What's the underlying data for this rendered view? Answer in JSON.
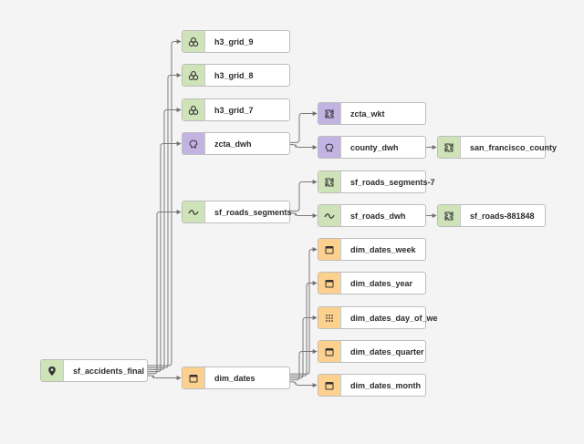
{
  "colors": {
    "green": "#cfe3b8",
    "purple": "#c3b3e3",
    "orange": "#fcd08e",
    "edge": "#7a7a7a",
    "background": "#f4f4f4"
  },
  "nodes": {
    "sf_accidents_final": {
      "label": "sf_accidents_final",
      "icon": "map-pin-icon",
      "category": "green"
    },
    "h3_grid_9": {
      "label": "h3_grid_9",
      "icon": "h3-hexagons-icon",
      "category": "green"
    },
    "h3_grid_8": {
      "label": "h3_grid_8",
      "icon": "h3-hexagons-icon",
      "category": "green"
    },
    "h3_grid_7": {
      "label": "h3_grid_7",
      "icon": "h3-hexagons-icon",
      "category": "green"
    },
    "zcta_dwh": {
      "label": "zcta_dwh",
      "icon": "polygon-icon",
      "category": "purple"
    },
    "zcta_wkt": {
      "label": "zcta_wkt",
      "icon": "polygon-puzzle-icon",
      "category": "purple"
    },
    "county_dwh": {
      "label": "county_dwh",
      "icon": "polygon-icon",
      "category": "purple"
    },
    "san_francisco_county": {
      "label": "san_francisco_county",
      "icon": "polygon-puzzle-icon",
      "category": "green"
    },
    "sf_roads_segments": {
      "label": "sf_roads_segments",
      "icon": "line-wave-icon",
      "category": "green"
    },
    "sf_roads_segments_7": {
      "label": "sf_roads_segments-7",
      "icon": "polygon-puzzle-icon",
      "category": "green"
    },
    "sf_roads_dwh": {
      "label": "sf_roads_dwh",
      "icon": "line-wave-icon",
      "category": "green"
    },
    "sf_roads_881848": {
      "label": "sf_roads-881848",
      "icon": "polygon-puzzle-icon",
      "category": "green"
    },
    "dim_dates": {
      "label": "dim_dates",
      "icon": "calendar-icon",
      "category": "orange"
    },
    "dim_dates_week": {
      "label": "dim_dates_week",
      "icon": "calendar-icon",
      "category": "orange"
    },
    "dim_dates_year": {
      "label": "dim_dates_year",
      "icon": "calendar-icon",
      "category": "orange"
    },
    "dim_dates_day_of_week": {
      "label": "dim_dates_day_of_we",
      "icon": "dotted-grid-icon",
      "category": "orange"
    },
    "dim_dates_quarter": {
      "label": "dim_dates_quarter",
      "icon": "calendar-icon",
      "category": "orange"
    },
    "dim_dates_month": {
      "label": "dim_dates_month",
      "icon": "calendar-icon",
      "category": "orange"
    }
  },
  "edges": [
    {
      "from": "sf_accidents_final",
      "to": "h3_grid_9"
    },
    {
      "from": "sf_accidents_final",
      "to": "h3_grid_8"
    },
    {
      "from": "sf_accidents_final",
      "to": "h3_grid_7"
    },
    {
      "from": "sf_accidents_final",
      "to": "zcta_dwh"
    },
    {
      "from": "sf_accidents_final",
      "to": "sf_roads_segments"
    },
    {
      "from": "sf_accidents_final",
      "to": "dim_dates"
    },
    {
      "from": "zcta_dwh",
      "to": "zcta_wkt"
    },
    {
      "from": "zcta_dwh",
      "to": "county_dwh"
    },
    {
      "from": "county_dwh",
      "to": "san_francisco_county"
    },
    {
      "from": "sf_roads_segments",
      "to": "sf_roads_segments_7"
    },
    {
      "from": "sf_roads_segments",
      "to": "sf_roads_dwh"
    },
    {
      "from": "sf_roads_dwh",
      "to": "sf_roads_881848"
    },
    {
      "from": "dim_dates",
      "to": "dim_dates_week"
    },
    {
      "from": "dim_dates",
      "to": "dim_dates_year"
    },
    {
      "from": "dim_dates",
      "to": "dim_dates_day_of_week"
    },
    {
      "from": "dim_dates",
      "to": "dim_dates_quarter"
    },
    {
      "from": "dim_dates",
      "to": "dim_dates_month"
    }
  ]
}
